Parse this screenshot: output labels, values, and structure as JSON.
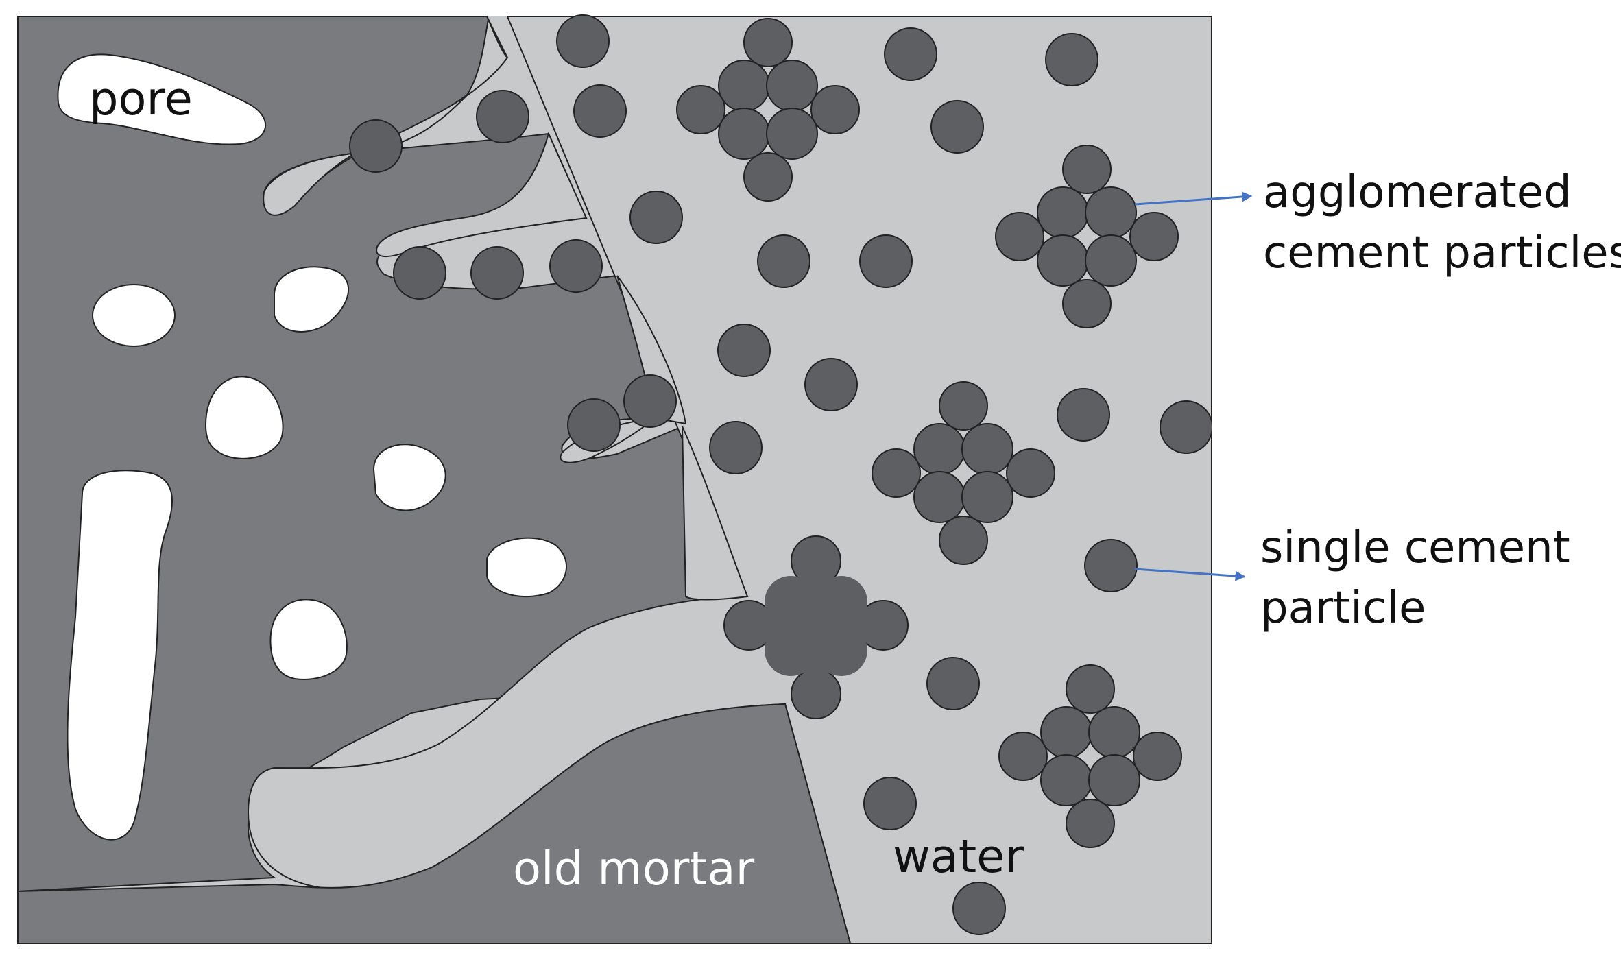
{
  "labels": {
    "pore": "pore",
    "old_mortar": "old mortar",
    "water": "water",
    "agglomerated_line1": "agglomerated",
    "agglomerated_line2": "cement particles",
    "single_line1": "single cement",
    "single_line2": "particle"
  },
  "colors": {
    "old_mortar": "#797b7f",
    "water": "#c8c9cb",
    "pore": "#ffffff",
    "particle": "#5e5f62",
    "arrow": "#4472c4"
  }
}
